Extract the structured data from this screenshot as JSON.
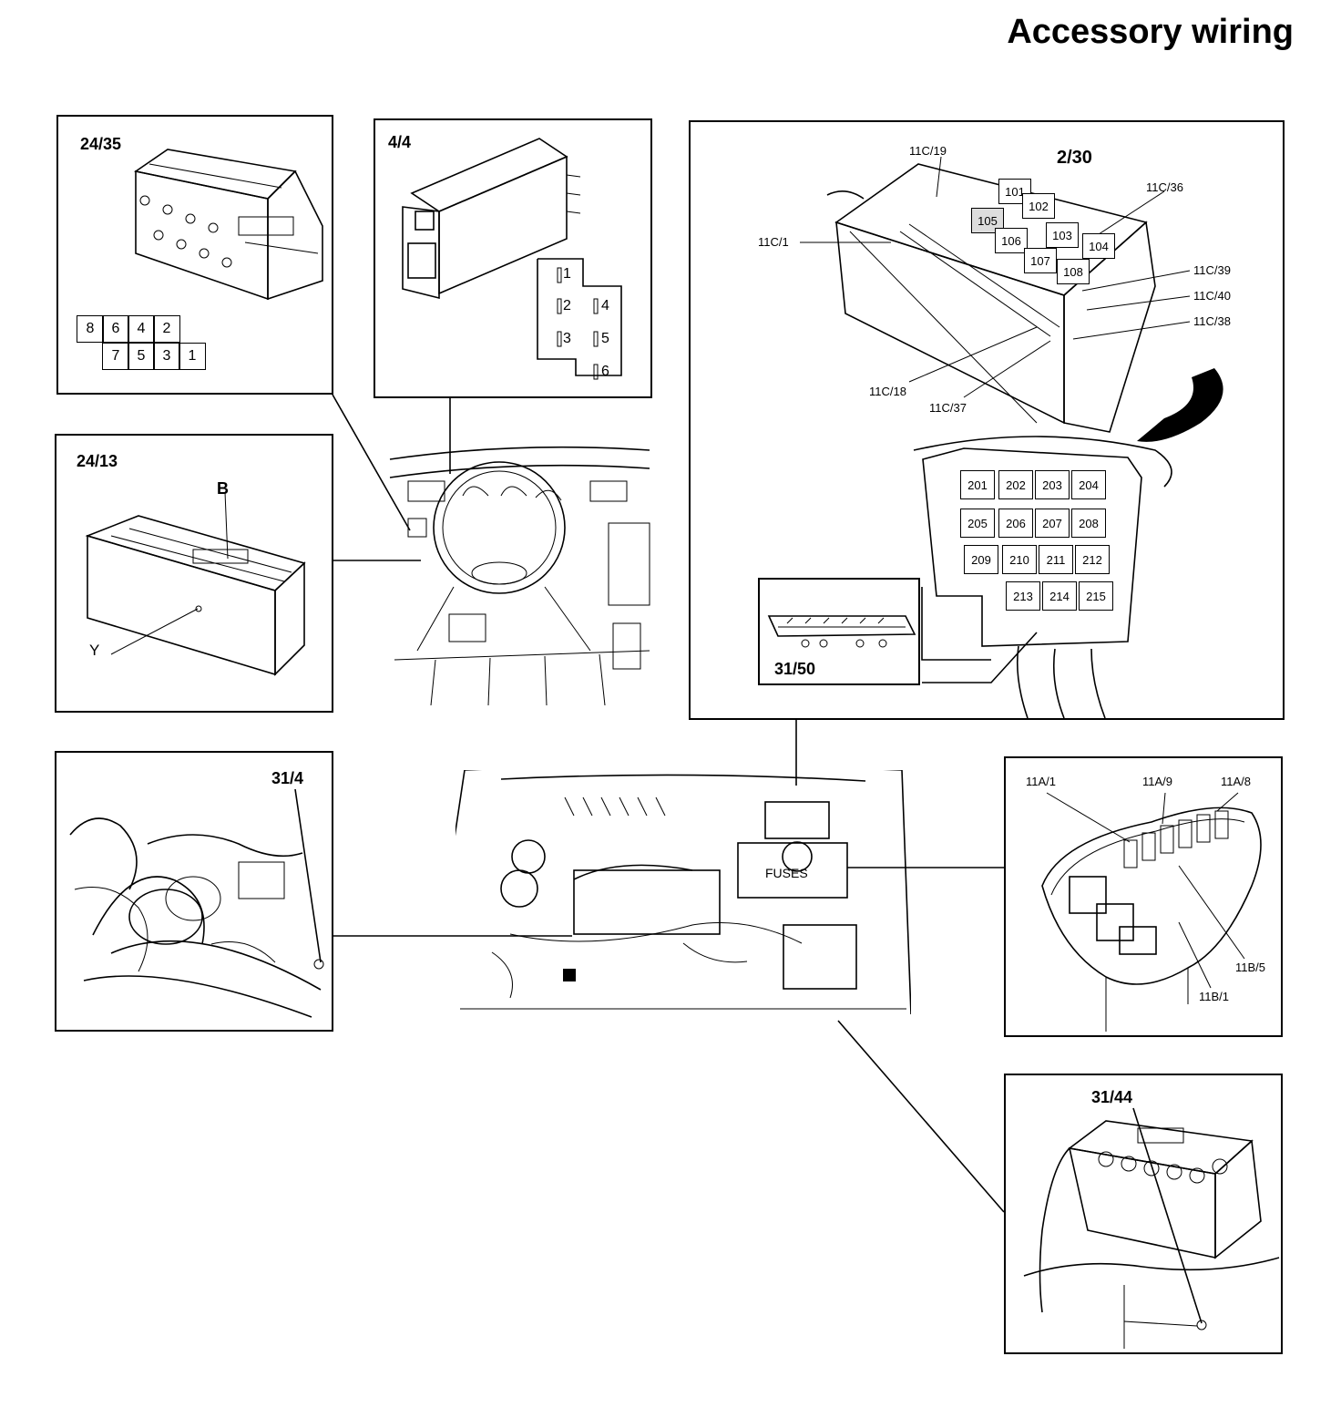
{
  "title": "Accessory wiring",
  "panels": {
    "p2435": {
      "label": "24/35",
      "pins_top": [
        "8",
        "6",
        "4",
        "2"
      ],
      "pins_bottom": [
        "7",
        "5",
        "3",
        "1"
      ]
    },
    "p44": {
      "label": "4/4",
      "pins_left": [
        "1",
        "2",
        "3"
      ],
      "pins_right": [
        "4",
        "5",
        "6"
      ]
    },
    "p2413": {
      "label": "24/13",
      "marker_b": "B",
      "marker_y": "Y"
    },
    "p230": {
      "label": "2/30",
      "callouts": {
        "c11c19": "11C/19",
        "c11c36": "11C/36",
        "c11c1": "11C/1",
        "c11c39": "11C/39",
        "c11c40": "11C/40",
        "c11c38": "11C/38",
        "c11c18": "11C/18",
        "c11c37": "11C/37"
      },
      "relays": [
        "101",
        "102",
        "103",
        "104",
        "105",
        "106",
        "107",
        "108"
      ],
      "fuses_row1": [
        "201",
        "202",
        "203",
        "204"
      ],
      "fuses_row2": [
        "205",
        "206",
        "207",
        "208"
      ],
      "fuses_row3": [
        "209",
        "210",
        "211",
        "212"
      ],
      "fuses_row4": [
        "213",
        "214",
        "215"
      ],
      "inset_label": "31/50"
    },
    "p314": {
      "label": "31/4"
    },
    "p11a": {
      "callouts": {
        "c11a1": "11A/1",
        "c11a9": "11A/9",
        "c11a8": "11A/8",
        "c11b5": "11B/5",
        "c11b1": "11B/1"
      }
    },
    "p3144": {
      "label": "31/44"
    },
    "engine": {
      "fusebox_text": "FUSES"
    }
  }
}
